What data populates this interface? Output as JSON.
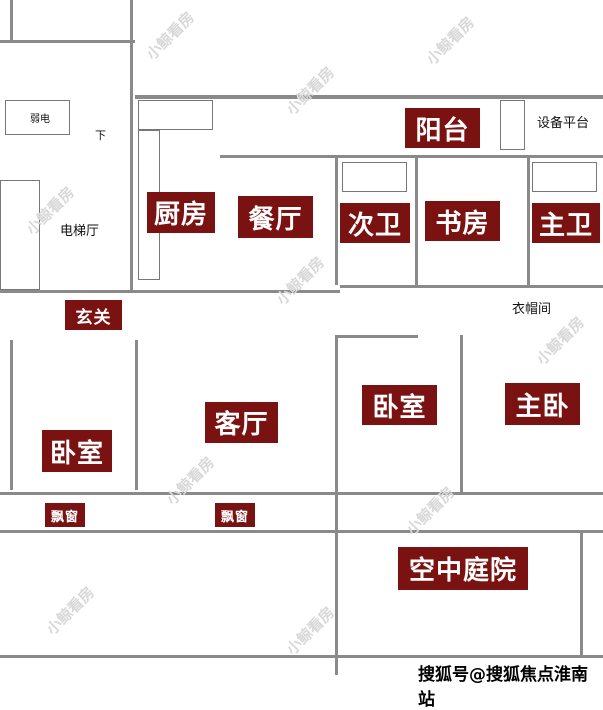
{
  "rooms": {
    "balcony": "阳台",
    "equipment": "设备平台",
    "kitchen": "厨房",
    "dining": "餐厅",
    "second_bath": "次卫",
    "study": "书房",
    "master_bath": "主卫",
    "entrance": "玄关",
    "elevator_hall": "电梯厅",
    "closet": "衣帽间",
    "bedroom_left": "卧室",
    "living": "客厅",
    "bedroom_mid": "卧室",
    "master_bedroom": "主卧",
    "bay_window_1": "飘窗",
    "bay_window_2": "飘窗",
    "sky_garden": "空中庭院",
    "weak_current": "弱电",
    "down": "下"
  },
  "watermark": "小鲸看房",
  "footer": "搜狐号@搜狐焦点淮南站",
  "colors": {
    "label_bg": "#7b1212",
    "wall": "#8a8a8a"
  }
}
